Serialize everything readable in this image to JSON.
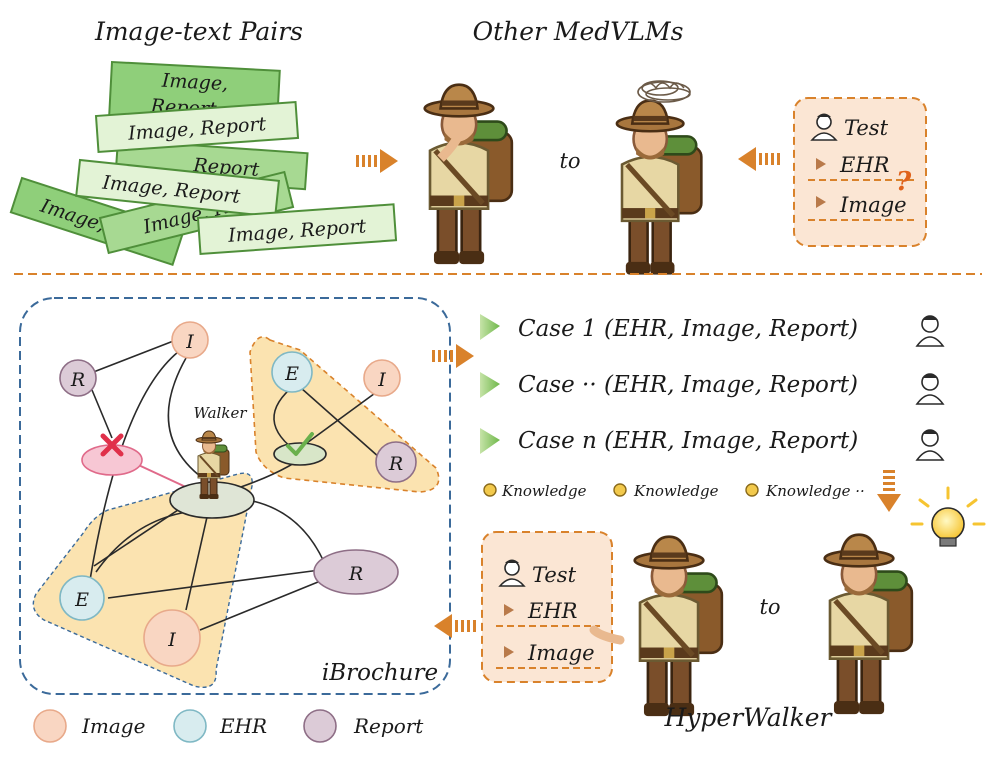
{
  "top": {
    "pairs_title": "Image-text Pairs",
    "others_title": "Other MedVLMs",
    "pair_cards": [
      "Image,\nReport",
      "Image, Report",
      "Image, Report",
      "Image, Report",
      "Image, Report",
      "Image, Report",
      "Image, Report"
    ],
    "to_label": "to",
    "query": {
      "test": "Test",
      "ehr": "EHR",
      "image": "Image",
      "question_mark": "?"
    }
  },
  "graph": {
    "nodes": {
      "I": "I",
      "R": "R",
      "E": "E"
    },
    "walker_label": "Walker",
    "brochure_label": "iBrochure"
  },
  "cases": [
    "Case 1 (EHR, Image, Report)",
    "Case ·· (EHR, Image, Report)",
    "Case n (EHR, Image, Report)"
  ],
  "knowledge": [
    "Knowledge",
    "Knowledge",
    "Knowledge ··"
  ],
  "bottom": {
    "query": {
      "test": "Test",
      "ehr": "EHR",
      "image": "Image"
    },
    "to_label": "to",
    "title": "HyperWalker"
  },
  "legend": [
    {
      "label": "Image",
      "color": "#f9d6c2",
      "stroke": "#e8a98a"
    },
    {
      "label": "EHR",
      "color": "#d8ecef",
      "stroke": "#7fb8c4"
    },
    {
      "label": "Report",
      "color": "#dccbd7",
      "stroke": "#8e6e86"
    }
  ],
  "colors": {
    "orange_accent": "#d9822b",
    "card_green": "#8fcf7a",
    "highlight_yellow": "#fbe3b0",
    "reject_pink": "#f3a6b8",
    "accept_green": "#6ab04c",
    "frame_blue": "#3b6a9a"
  }
}
